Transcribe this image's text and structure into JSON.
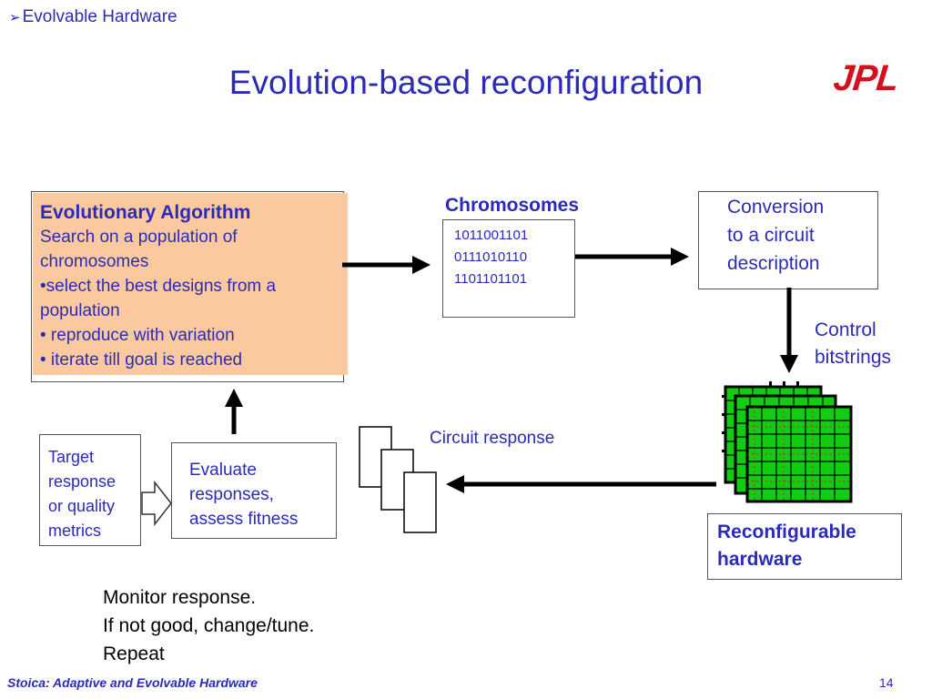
{
  "breadcrumb": {
    "arrow": "➢",
    "text": "Evolvable Hardware"
  },
  "title": "Evolution-based reconfiguration",
  "logo": "JPL",
  "evolutionary_algorithm": {
    "heading": "Evolutionary Algorithm",
    "lines": [
      "Search  on a population of",
      "chromosomes",
      "•select the best designs from a",
      "population",
      "• reproduce with variation",
      "• iterate till goal is reached"
    ]
  },
  "chromosomes": {
    "label": "Chromosomes",
    "strings": [
      "1011001101",
      "0111010110",
      "1101101101"
    ]
  },
  "conversion": {
    "lines": [
      "Conversion",
      "to a circuit",
      "description"
    ]
  },
  "control": {
    "lines": [
      "Control",
      "bitstrings"
    ]
  },
  "reconfigurable": {
    "lines": [
      "Reconfigurable",
      "hardware"
    ]
  },
  "circuit_response": "Circuit response",
  "target": {
    "lines": [
      "Target",
      "response",
      "or quality",
      "metrics"
    ]
  },
  "evaluate": {
    "lines": [
      "Evaluate",
      "responses,",
      "assess fitness"
    ]
  },
  "monitor": {
    "lines": [
      "Monitor response.",
      "If not good, change/tune.",
      "Repeat"
    ]
  },
  "footer": "Stoica: Adaptive and Evolvable Hardware",
  "page_number": "14",
  "colors": {
    "text_blue": "#2b2bb8",
    "ea_fill": "#fbc9a0",
    "logo_red": "#d4101c",
    "grid_green": "#11cc11"
  }
}
